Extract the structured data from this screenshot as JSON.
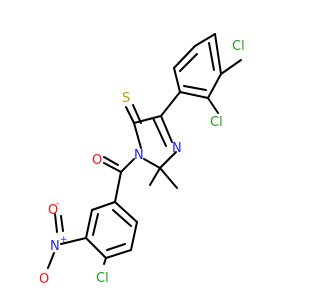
{
  "molecule": {
    "atoms": {
      "cl_top": "Cl",
      "cl_right": "Cl",
      "n_imine": "N",
      "s_thione": "S",
      "n_amide": "N",
      "o_carbonyl": "O",
      "o_nitro_top": "O",
      "o_nitro_charge": "-",
      "n_nitro": "N",
      "n_nitro_charge": "+",
      "o_nitro_bottom": "O",
      "cl_bottom": "Cl"
    },
    "colors": {
      "bond": "#000000",
      "chlorine": "#1fa01f",
      "nitrogen": "#2020ff",
      "oxygen": "#ff0d0d",
      "sulfur": "#b8a000"
    }
  }
}
